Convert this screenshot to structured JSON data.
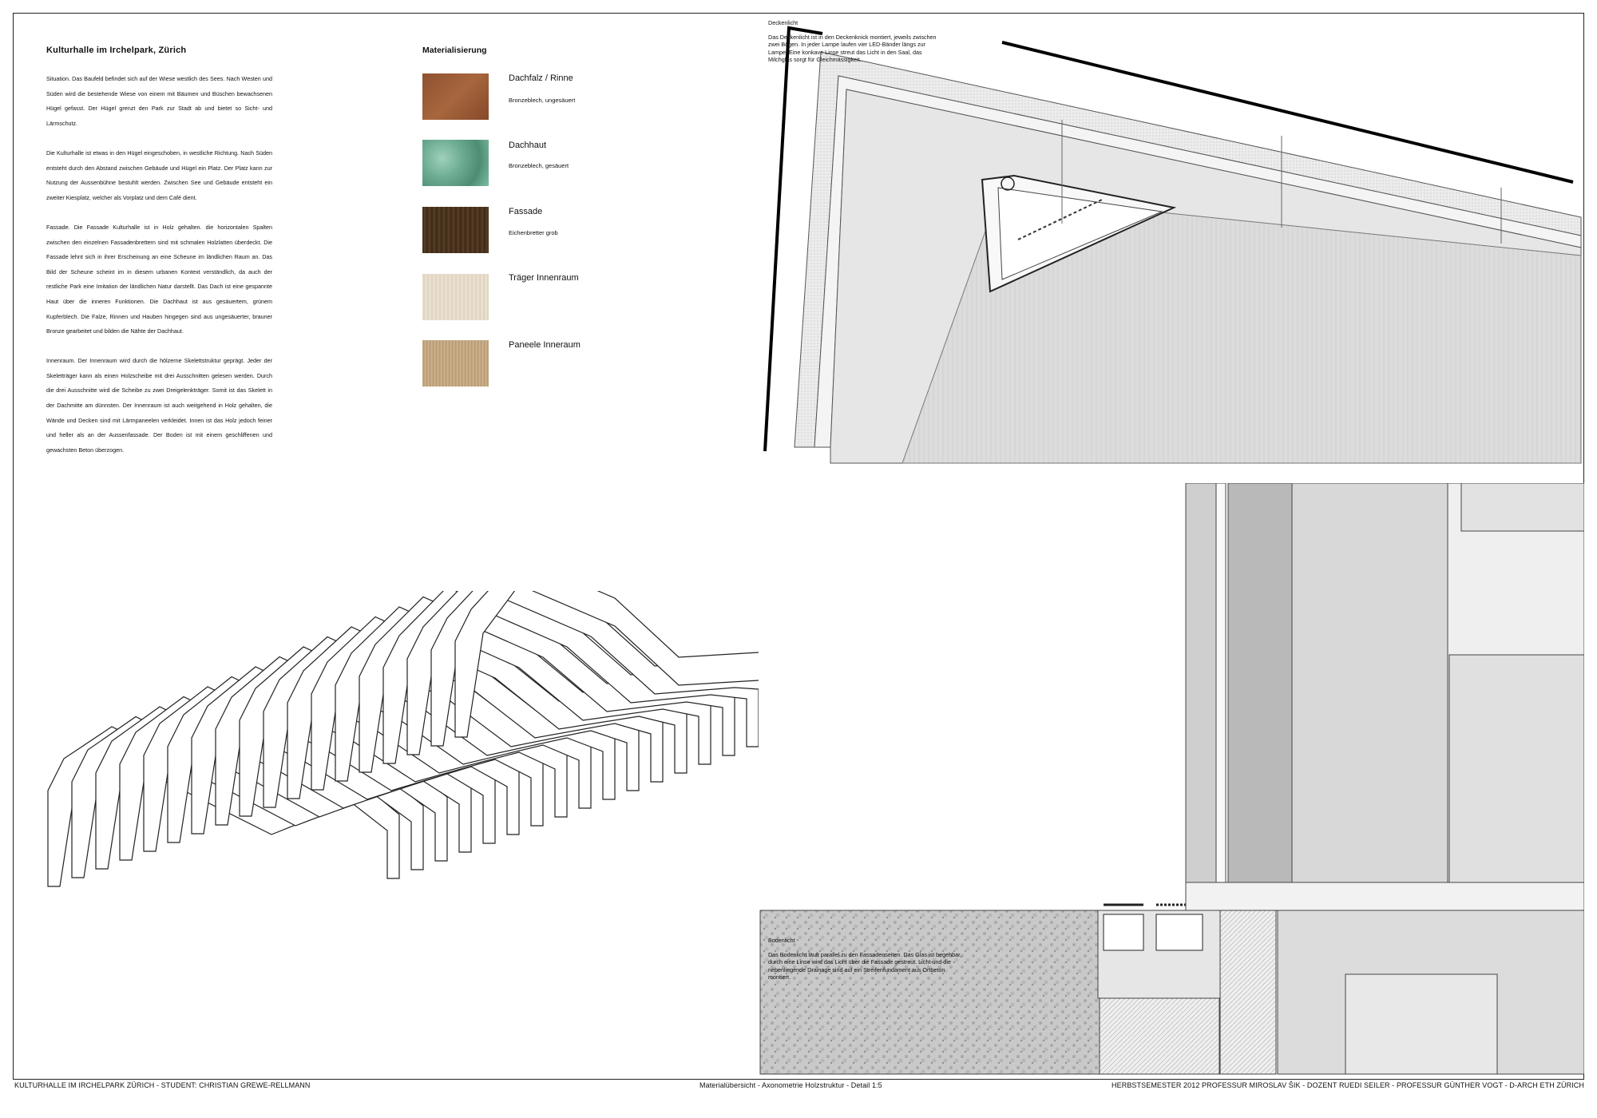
{
  "header": {
    "title": "Kulturhalle im Irchelpark, Zürich"
  },
  "text": {
    "p1": "Situation. Das Baufeld befindet sich auf der Wiese westlich des Sees. Nach Westen und Süden wird die bestehende Wiese von einem mit Bäumen und Büschen bewachsenen Hügel gefasst. Der Hügel grenzt den Park zur Stadt ab und bietet so Sicht- und Lärmschutz.",
    "p2": "Die Kulturhalle ist etwas in den Hügel eingeschoben, in westliche Richtung. Nach Süden entsteht durch den Abstand zwischen Gebäude und Hügel ein Platz. Der Platz kann zur Nutzung der Aussenbühne bestuhlt werden. Zwischen See und Gebäude entsteht ein zweiter Kiesplatz, welcher als Vorplatz und dem Café dient.",
    "p3": "Fassade. Die Fassade Kulturhalle ist in Holz gehalten. die horizontalen Spalten zwischen den einzelnen Fassadenbrettern sind mit schmalen Holzlatten überdeckt. Die Fassade lehnt sich in ihrer Erscheinung an eine Scheune im ländlichen Raum an. Das Bild der Scheune scheint im in diesem urbanen Kontext verständlich, da auch der restliche Park eine Imitation der ländlichen Natur darstellt. Das Dach ist eine gespannte Haut über die inneren Funktionen. Die Dachhaut ist aus gesäuertem, grünem Kupferblech. Die Falze, Rinnen und Hauben hingegen sind aus ungesäuerter, brauner Bronze gearbeitet und bilden die Nähte der Dachhaut.",
    "p4": "Innenraum. Der Innenraum wird durch die hölzerne Skelettstruktur geprägt. Jeder der Skeletträger kann als einen Holzscheibe mit drei Ausschnitten gelesen werden. Durch die drei Ausschnitte wird die Scheibe zu zwei Dreigelenkträger. Somit ist das Skelett in der Dachmitte am dünnsten. Der Innenraum ist auch weitgehend in Holz gehalten, die Wände und Decken sind mit Lärmpaneelen verkleidet. Innen ist das Holz jedoch feiner und heller als an der Aussenfassade. Der Boden ist mit einem geschliffenen und gewachsten Beton überzogen."
  },
  "materials": {
    "heading": "Materialisierung",
    "items": [
      {
        "name": "Dachfalz / Rinne",
        "sub": "Bronzeblech, ungesäuert",
        "color": "#9a5a33"
      },
      {
        "name": "Dachhaut",
        "sub": "Bronzeblech, gesäuert",
        "color": "#6fae94"
      },
      {
        "name": "Fassade",
        "sub": "Eichenbretter grob",
        "color": "#4a3320"
      },
      {
        "name": "Träger Innenraum",
        "sub": "",
        "color": "#e8dccb"
      },
      {
        "name": "Paneele Inneraum",
        "sub": "",
        "color": "#c9ae8a"
      }
    ]
  },
  "notes": {
    "ceiling_title": "Deckenlicht",
    "ceiling_text": "Das Deckenlicht ist in den Deckenknick montiert, jeweils zwischen zwei Bögen. In jeder Lampe laufen vier LED-Bänder längs zur Lampe. Eine konkave Linse streut das Licht in den Saal, das Milchglas sorgt für Gleichmässigkeit.",
    "floor_title": "Bodenlicht",
    "floor_text": "Das Bodenlicht läuft parallel zu den Fassadenseiten. Das Glas ist begehbar, durch eine Linse wird das Licht über die Fassade gestreut. Licht und die nebenliegende Drainage sind auf ein Streifenfundament aus Ortbeton montiert."
  },
  "footer": {
    "left": "KULTURHALLE IM IRCHELPARK ZÜRICH - STUDENT: CHRISTIAN GREWE-RELLMANN",
    "center": "Materialübersicht - Axonometrie Holzstruktur - Detail 1:5",
    "right": "HERBSTSEMESTER 2012 PROFESSUR MIROSLAV ŠIK - DOZENT RUEDI SEILER  - PROFESSUR GÜNTHER VOGT - D-ARCH ETH ZÜRICH"
  }
}
